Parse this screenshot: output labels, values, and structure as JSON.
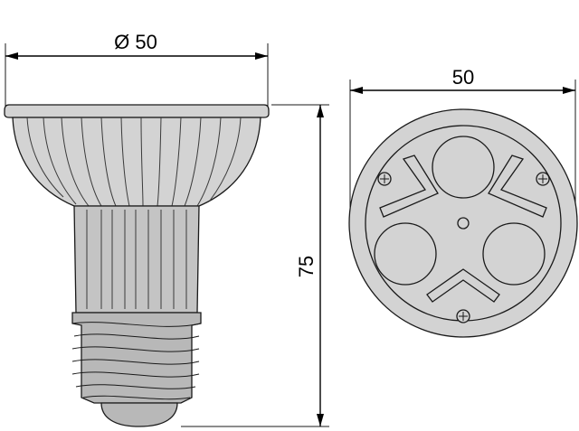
{
  "dimensions": {
    "side_width_label": "Ø 50",
    "front_width_label": "50",
    "height_label": "75"
  },
  "colors": {
    "line": "#1a1a1a",
    "fill_light": "#d3d3d3",
    "fill_mid": "#c4c4c4",
    "fill_dark": "#b8b8b8",
    "background": "#ffffff"
  }
}
